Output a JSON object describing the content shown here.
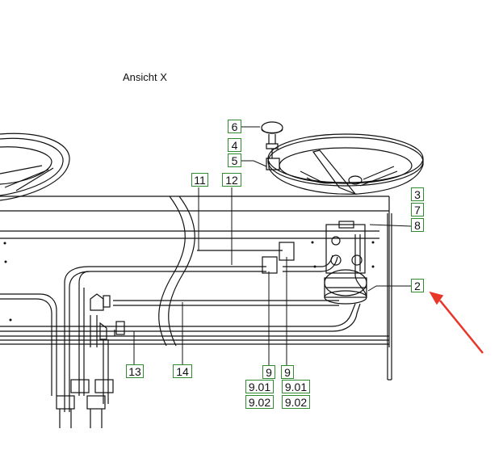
{
  "drawing": {
    "view_title": "Ansicht X",
    "accent_color": "#2e8b2e",
    "arrow_color": "#e8362a"
  },
  "callouts": {
    "c6": "6",
    "c4": "4",
    "c5": "5",
    "c11": "11",
    "c12": "12",
    "c3": "3",
    "c7": "7",
    "c8": "8",
    "c2": "2",
    "c13": "13",
    "c14": "14",
    "c9a": "9",
    "c901a": "9.01",
    "c902a": "9.02",
    "c9b": "9",
    "c901b": "9.01",
    "c902b": "9.02"
  }
}
